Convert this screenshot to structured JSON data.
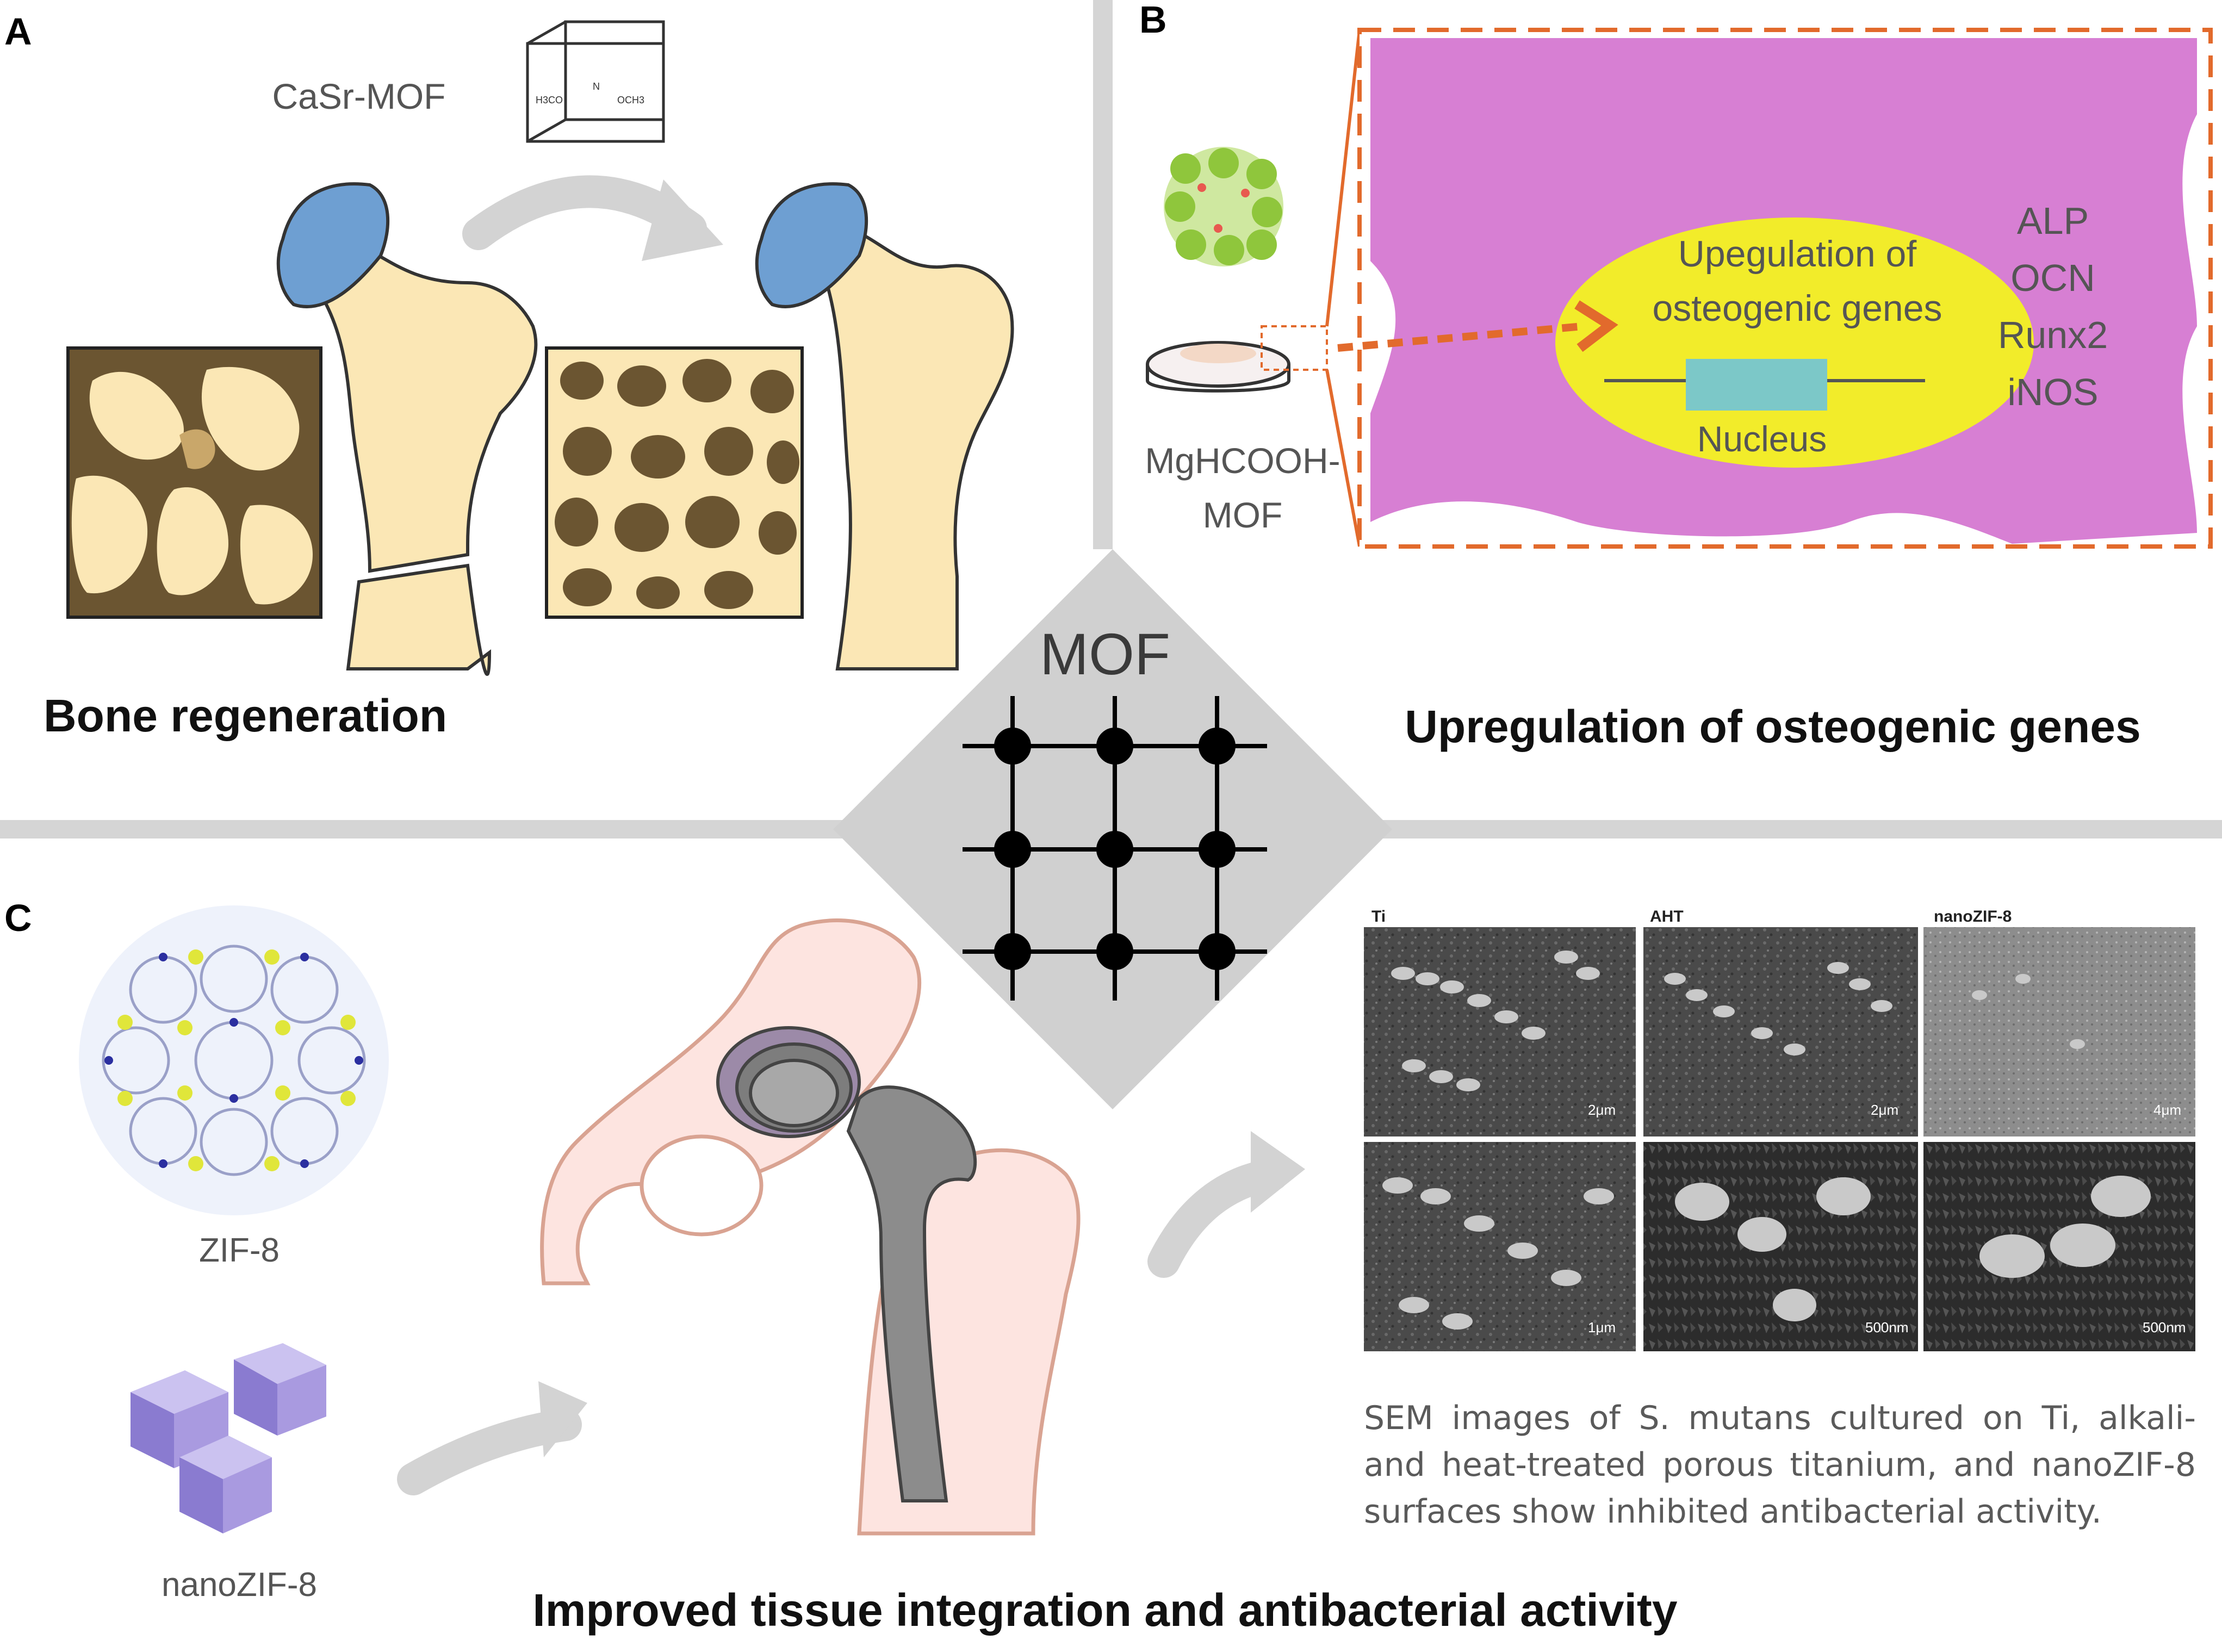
{
  "center": {
    "label": "MOF"
  },
  "panelA": {
    "letter": "A",
    "mof_label": "CaSr-MOF",
    "molecule_left": "H3CO",
    "molecule_mid": "N",
    "molecule_right": "OCH3",
    "title": "Bone regeneration"
  },
  "panelB": {
    "letter": "B",
    "mof_label_line1": "MgHCOOH-",
    "mof_label_line2": "MOF",
    "upregulation_line1": "Upegulation of",
    "upregulation_line2": "osteogenic genes",
    "nucleus_label": "Nucleus",
    "genes": [
      "ALP",
      "OCN",
      "Runx2",
      "iNOS"
    ],
    "title": "Upregulation of osteogenic genes"
  },
  "panelC": {
    "letter": "C",
    "zif_label": "ZIF-8",
    "nano_label": "nanoZIF-8",
    "sem_headers": [
      "Ti",
      "AHT",
      "nanoZIF-8"
    ],
    "scale_bars": [
      "2μm",
      "2μm",
      "4μm",
      "1μm",
      "500nm",
      "500nm"
    ],
    "caption": "SEM images of S. mutans cultured on Ti, alkali- and heat-treated porous titanium, and nanoZIF-8 surfaces show inhibited antibacterial activity.",
    "title": "Improved tissue integration and antibacterial activity"
  },
  "colors": {
    "bone": "#fbe7b5",
    "cartilage": "#6e9fd2",
    "trabecular": "#6b5531",
    "cell": "#d77fd3",
    "nucleus": "#f2ec2a",
    "arrow_red": "#e26a2c",
    "divider": "#d5d5d5",
    "implant": "#8c8c8c",
    "pelvis": "#fde4e0",
    "cube": "#a99ae0"
  }
}
